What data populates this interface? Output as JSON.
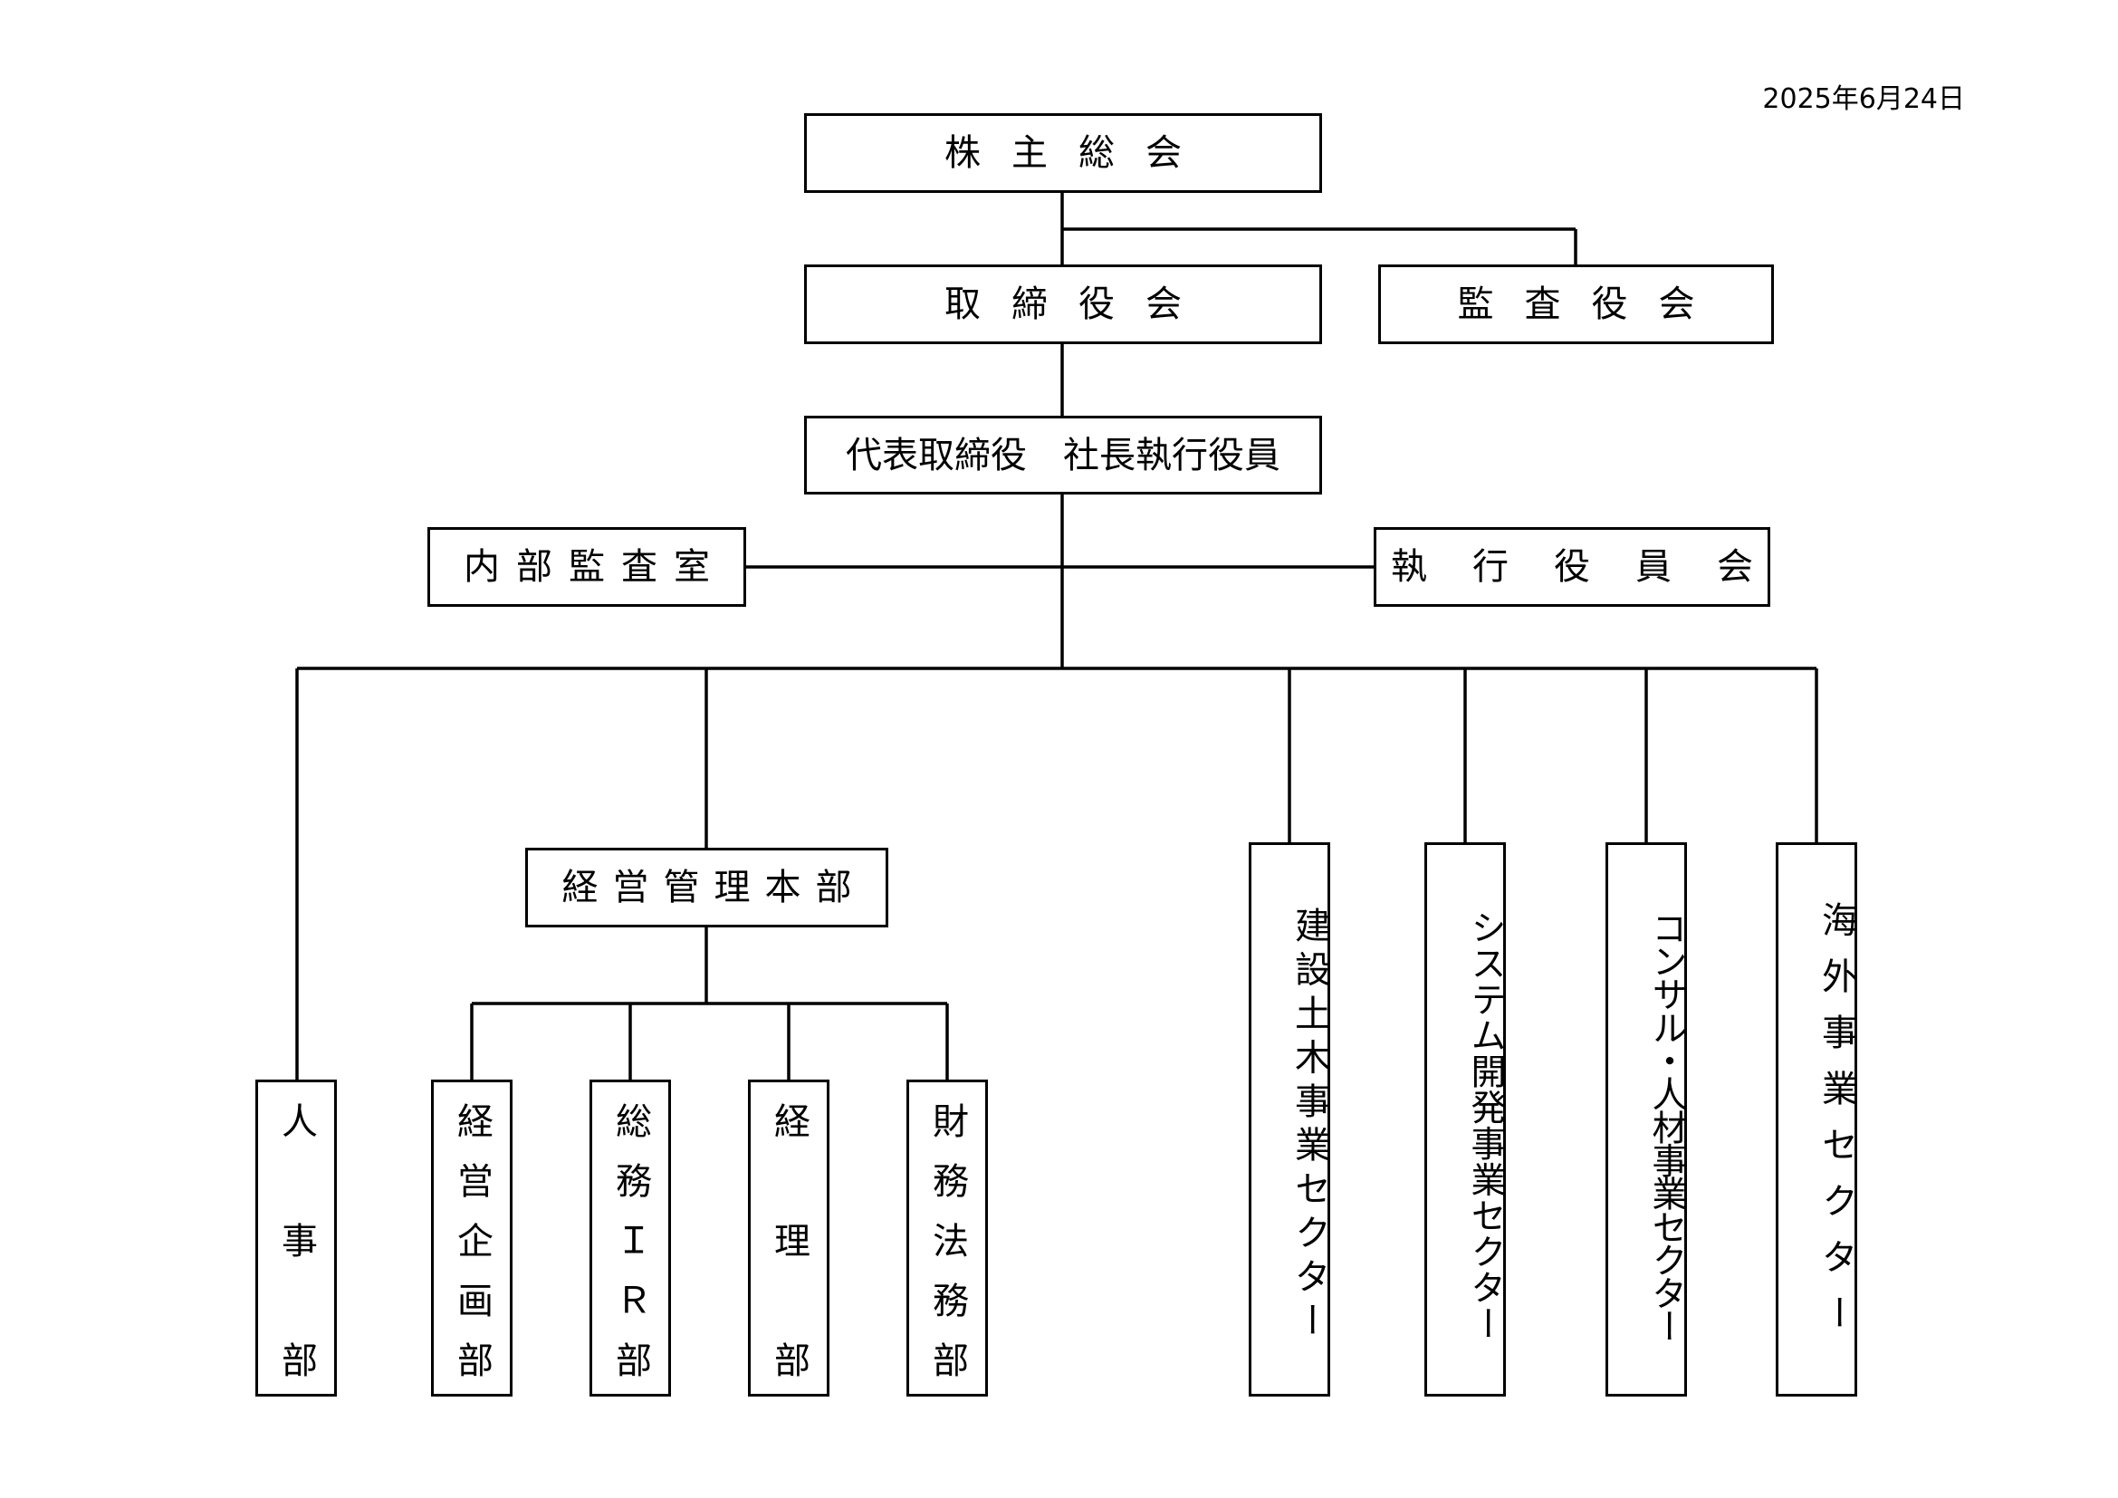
{
  "date": "2025年6月24日",
  "nodes": {
    "shareholders": "株主総会",
    "board": "取締役会",
    "auditors": "監査役会",
    "president": "代表取締役　社長執行役員",
    "internal_audit": "内部監査室",
    "executive_committee": "執行役員会",
    "hr": "人事部",
    "management_hq": "経営管理本部",
    "corporate_planning": "経営企画部",
    "general_affairs_ir": "総務ＩＲ部",
    "accounting": "経理部",
    "finance_legal": "財務法務部",
    "construction_sector": "建設土木事業セクター",
    "systems_sector": "システム開発事業セクター",
    "consulting_sector": "コンサル・人材事業セクター",
    "overseas_sector": "海外事業セクター"
  },
  "edges": [
    [
      "shareholders",
      "board"
    ],
    [
      "shareholders",
      "auditors"
    ],
    [
      "board",
      "president"
    ],
    [
      "president",
      "internal_audit"
    ],
    [
      "president",
      "executive_committee"
    ],
    [
      "president",
      "hr"
    ],
    [
      "president",
      "management_hq"
    ],
    [
      "president",
      "construction_sector"
    ],
    [
      "president",
      "systems_sector"
    ],
    [
      "president",
      "consulting_sector"
    ],
    [
      "president",
      "overseas_sector"
    ],
    [
      "management_hq",
      "corporate_planning"
    ],
    [
      "management_hq",
      "general_affairs_ir"
    ],
    [
      "management_hq",
      "accounting"
    ],
    [
      "management_hq",
      "finance_legal"
    ]
  ]
}
